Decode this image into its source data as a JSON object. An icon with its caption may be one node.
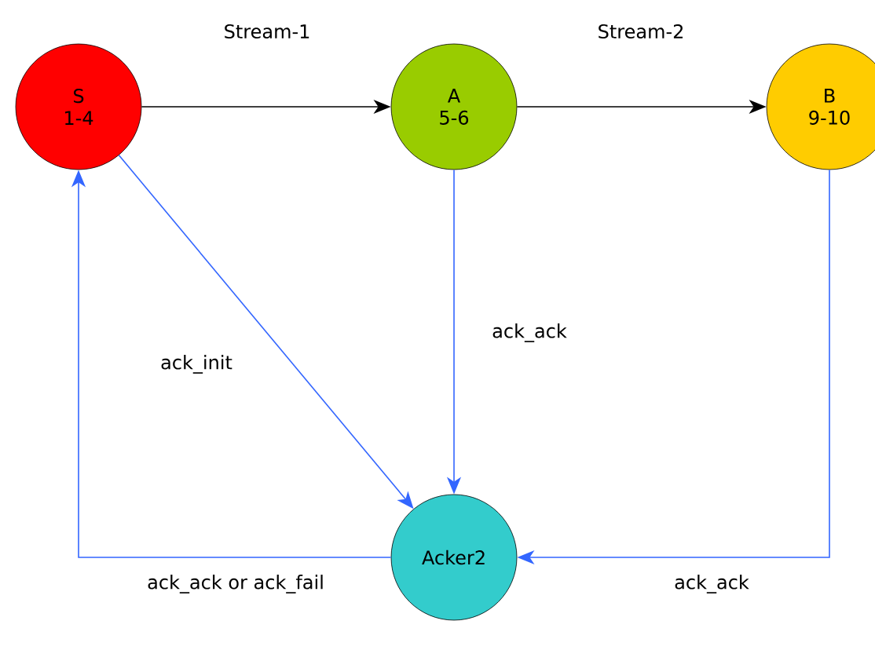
{
  "diagram": {
    "nodes": [
      {
        "text": [
          "S",
          "1-4"
        ]
      },
      {
        "text": [
          "A",
          "5-6"
        ]
      },
      {
        "text": [
          "B",
          "9-10"
        ]
      },
      {
        "text": [
          "Acker2"
        ]
      }
    ],
    "edges": [
      {
        "from": 0,
        "to": 1,
        "arrow": "to",
        "label": "Stream-1",
        "color": "#000000"
      },
      {
        "from": 1,
        "to": 2,
        "arrow": "to",
        "label": "Stream-2",
        "color": "#000000"
      },
      {
        "from": 0,
        "to": 3,
        "arrow": "to",
        "label": "ack_init",
        "color": "#3366ff"
      },
      {
        "from": 1,
        "to": 3,
        "arrow": "to",
        "label": "ack_ack",
        "color": "#3366ff"
      },
      {
        "from": 2,
        "to": 3,
        "arrow": "to",
        "label": "ack_ack",
        "color": "#3366ff"
      },
      {
        "from": 3,
        "to": 0,
        "arrow": "to",
        "label": "ack_ack or ack_fail",
        "color": "#3366ff"
      }
    ]
  }
}
